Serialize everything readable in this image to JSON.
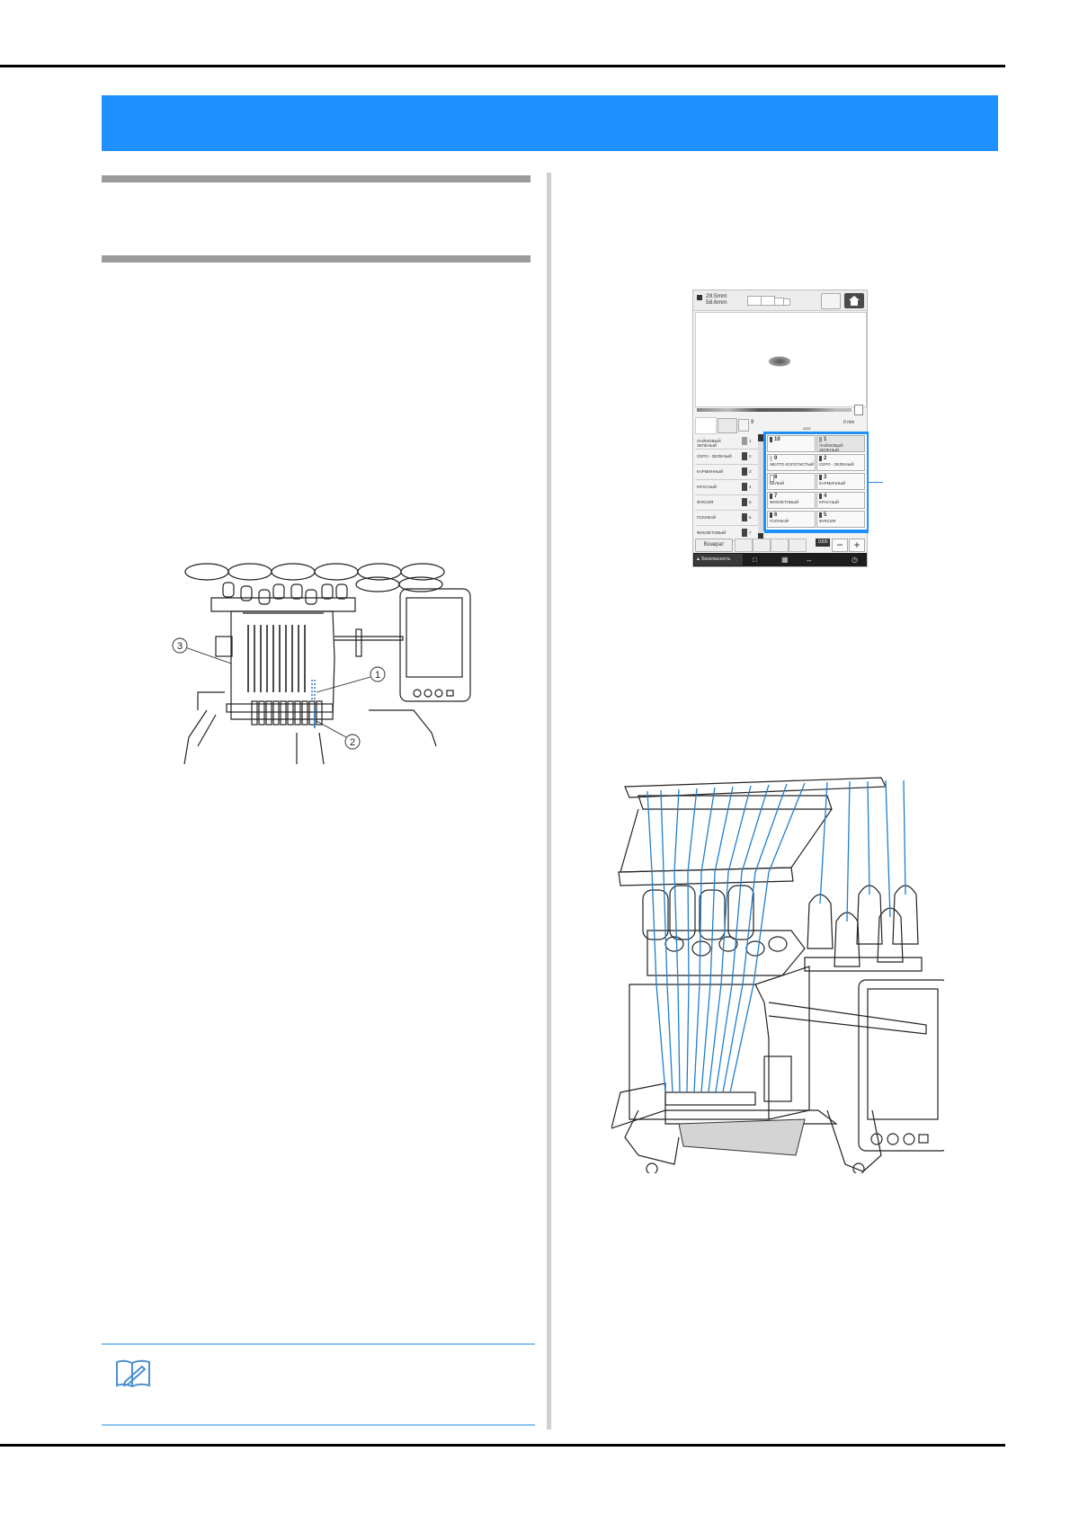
{
  "page": {
    "title_bar": {
      "text": "",
      "color": "#1E90FF"
    },
    "section_header": {
      "text": ""
    },
    "left_column": {
      "figure_machine_front": {
        "callouts": [
          "①",
          "②",
          "③"
        ],
        "thread_color": "#1E6FC0"
      },
      "memo": {
        "icon": "memo-book-pencil-icon",
        "text": ""
      }
    },
    "right_column": {
      "panel_screen": {
        "dimensions": {
          "width": "29.5mm",
          "height": "58.6mm"
        },
        "status": {
          "stitch_count": "9",
          "time_min": "0 min",
          "stitch_total": "4321"
        },
        "color_list": [
          {
            "name": "ЛАЙМОВЫЙ ЗЕЛЕНЫЙ",
            "needle": "1"
          },
          {
            "name": "СЕРО - ЗЕЛЕНЫЙ",
            "needle": "2"
          },
          {
            "name": "КАРМИННЫЙ",
            "needle": "3"
          },
          {
            "name": "КРАСНЫЙ",
            "needle": "4"
          },
          {
            "name": "ФУКСИЯ",
            "needle": "5"
          },
          {
            "name": "ГОЛУБОЙ",
            "needle": "6"
          },
          {
            "name": "ФИОЛЕТОВЫЙ",
            "needle": "7"
          }
        ],
        "needle_grid": [
          {
            "num": "10",
            "name": ""
          },
          {
            "num": "1",
            "name": "ЛАЙМОВЫЙ ЗЕЛЕНЫЙ"
          },
          {
            "num": "9",
            "name": "ЖЕЛТО-ЗОЛОТИСТЫЙ"
          },
          {
            "num": "2",
            "name": "СЕРО - ЗЕЛЕНЫЙ"
          },
          {
            "num": "8",
            "name": "БЕЛЫЙ"
          },
          {
            "num": "3",
            "name": "КАРМИННЫЙ"
          },
          {
            "num": "7",
            "name": "ФИОЛЕТОВЫЙ"
          },
          {
            "num": "4",
            "name": "КРАСНЫЙ"
          },
          {
            "num": "6",
            "name": "ГОЛУБОЙ"
          },
          {
            "num": "5",
            "name": "ФУКСИЯ"
          }
        ],
        "toolbar": {
          "back_label": "Возврат",
          "speed": "1000",
          "minus": "−",
          "plus": "+"
        },
        "footer": {
          "warning_label": "Безопасность"
        },
        "highlight_color": "#1E90FF"
      },
      "figure_machine_threaded": {
        "thread_color": "#1E7FCF"
      }
    }
  }
}
